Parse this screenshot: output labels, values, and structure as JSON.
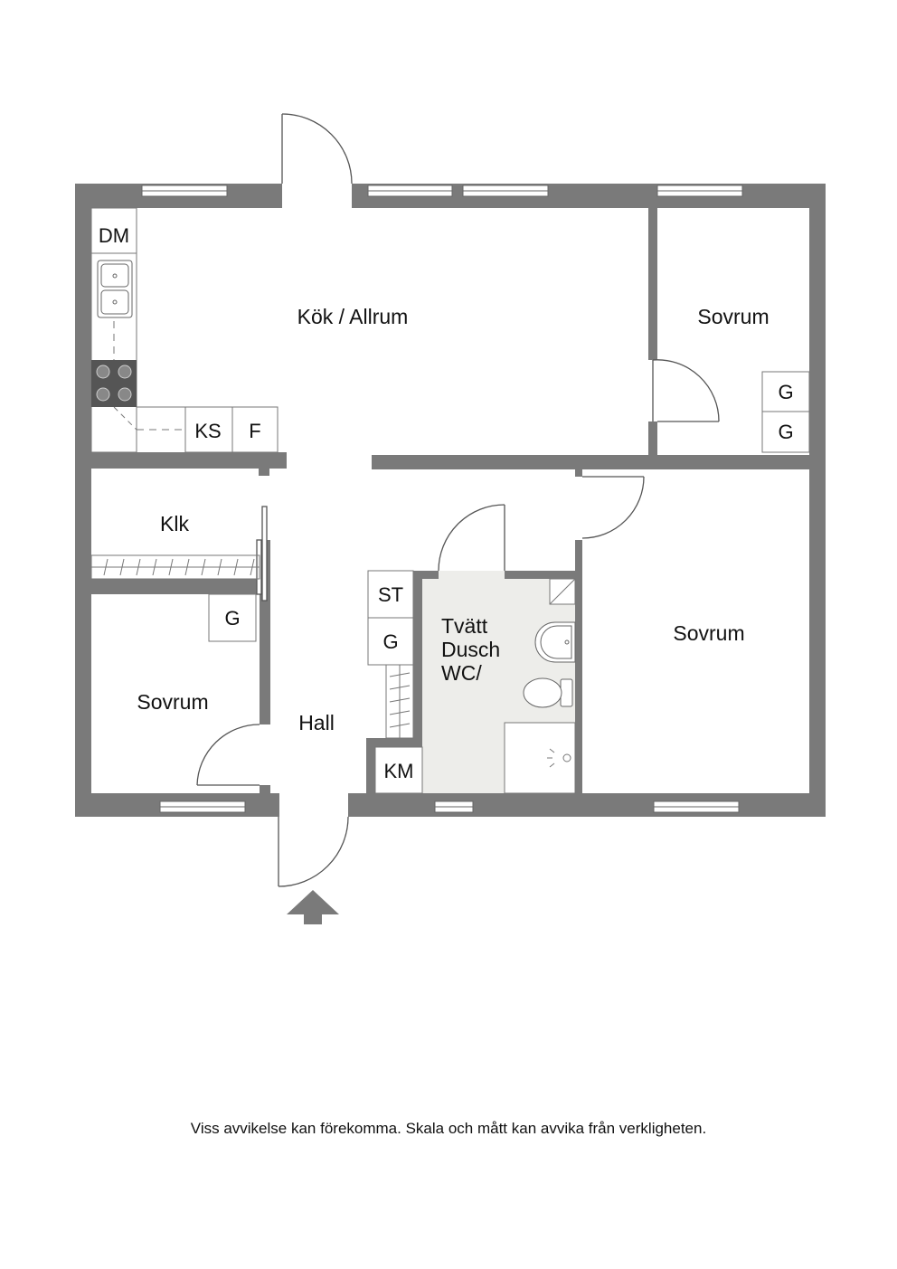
{
  "colors": {
    "wall": "#7a7a7a",
    "wet_room": "#ededea",
    "line": "#555555",
    "background": "#ffffff"
  },
  "rooms": {
    "kitchen": "Kök / Allrum",
    "bedroom_ne": "Sovrum",
    "bedroom_e": "Sovrum",
    "bedroom_sw": "Sovrum",
    "closet": "Klk",
    "hall": "Hall",
    "bathroom_line1": "Tvätt",
    "bathroom_line2": "Dusch",
    "bathroom_line3": "WC/"
  },
  "fixtures": {
    "dishwasher": "DM",
    "fridge_freezer": "KS",
    "freezer": "F",
    "wardrobe_ne_1": "G",
    "wardrobe_ne_2": "G",
    "wardrobe_sw": "G",
    "storage": "ST",
    "wardrobe_hall": "G",
    "washing_machine": "KM"
  },
  "icons": [
    "sink-icon",
    "stove-icon",
    "washbasin-icon",
    "toilet-icon",
    "shower-icon",
    "entrance-arrow-icon"
  ],
  "disclaimer": "Viss avvikelse kan förekomma. Skala och mått kan avvika från verkligheten."
}
